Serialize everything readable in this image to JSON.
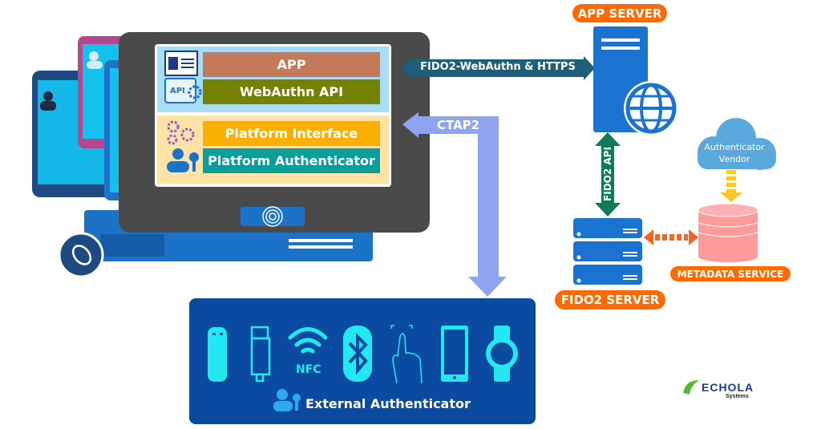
{
  "laptop": {
    "app_label": "APP",
    "webauthn_label": "WebAuthn API",
    "api_icon_text": "API",
    "platform_interface_label": "Platform Interface",
    "platform_authenticator_label": "Platform Authenticator"
  },
  "arrows": {
    "fido2_webauthn_https": "FIDO2-WebAuthn & HTTPS",
    "ctap2": "CTAP2",
    "fido2_api": "FIDO2 API"
  },
  "app_server": {
    "label": "APP SERVER"
  },
  "fido2_server": {
    "label": "FIDO2 SERVER"
  },
  "vendor": {
    "line1": "Authenticator",
    "line2": "Vendor"
  },
  "metadata": {
    "label": "METADATA SERVICE"
  },
  "external": {
    "label": "External Authenticator",
    "nfc_text": "NFC",
    "icons": [
      "usb-key-icon",
      "usb-stick-icon",
      "nfc-icon",
      "bluetooth-icon",
      "touch-fingerprint-icon",
      "smartphone-icon",
      "smartwatch-icon"
    ]
  },
  "logo": {
    "name": "ECHOLA",
    "sub": "Systems"
  },
  "colors": {
    "app_bar": "#c47a5a",
    "webauthn_bar": "#748200",
    "platform_interface": "#f9b000",
    "platform_authenticator": "#0a9e9b",
    "accent_orange": "#ff6a00",
    "external_box": "#0a4aa0",
    "icon_cyan": "#22e8f2",
    "ctap2_arrow": "#8fa4f0",
    "https_arrow": "#1d5f79",
    "fido2_api_arrow": "#0f7a5a"
  }
}
